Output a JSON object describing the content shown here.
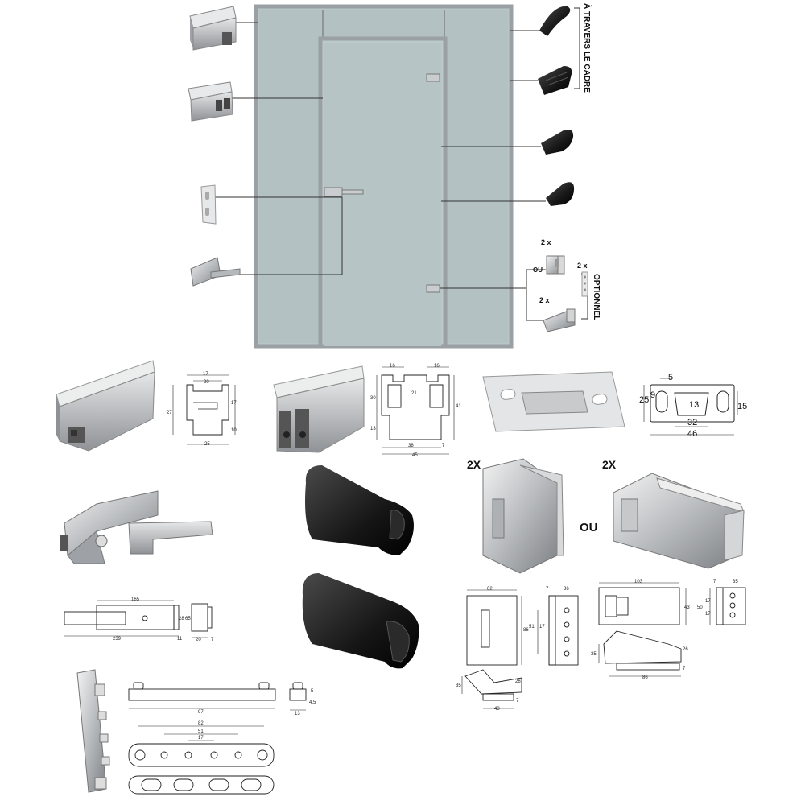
{
  "labels": {
    "frame_note": "À TRAVERS LE CADRE",
    "optional": "OPTIONNEL",
    "qty_2x": "2 x",
    "or_small": "OU",
    "qty_2X_big": "2X",
    "or_big": "OU"
  },
  "dims": {
    "profile1": {
      "top": "17",
      "inner": "20",
      "height": "27",
      "side_top": "17",
      "side_bottom": "10",
      "bottom": "25"
    },
    "profile2": {
      "left_top": "16",
      "right_top": "16",
      "h1": "30",
      "h2": "41",
      "h3": "13",
      "inner": "21",
      "bottom1": "38",
      "bottom_small": "7",
      "bottom_total": "45"
    },
    "plate": {
      "slot_w": "5",
      "slot_h": "9",
      "left_h": "25",
      "center": "13",
      "right_h": "15",
      "inner_w": "32",
      "total_w": "46"
    },
    "lock": {
      "top": "165",
      "total": "239",
      "offset": "11",
      "h1": "28",
      "h2": "65",
      "depth": "20",
      "edge": "7"
    },
    "hinge1": {
      "w": "62",
      "h": "86",
      "side_w": "36",
      "side_small": "7",
      "holes_h": "51",
      "hole_gap": "17",
      "closed_h": "35",
      "closed_r": "26",
      "closed_w": "43",
      "closed_small": "7"
    },
    "hinge2": {
      "w": "103",
      "h": "43",
      "side_small": "7",
      "side_w": "35",
      "h50": "50",
      "gap1": "17",
      "gap2": "17",
      "closed_h": "35",
      "closed_r": "26",
      "closed_w": "86",
      "closed_small": "7"
    },
    "strip": {
      "total": "97",
      "side_h": "5",
      "side_h2": "4,5",
      "side_w": "13",
      "w82": "82",
      "w51": "51",
      "w17": "17"
    }
  }
}
